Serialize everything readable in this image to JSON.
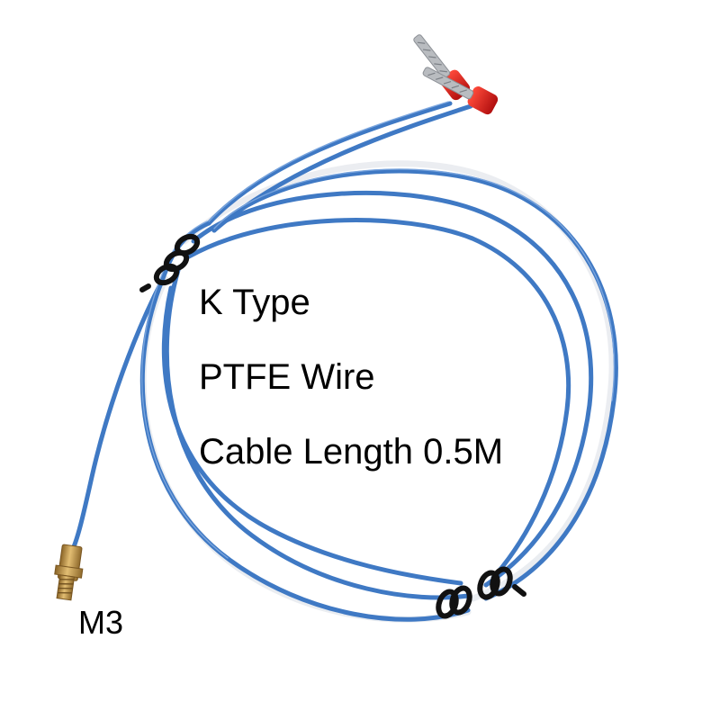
{
  "product_photo": {
    "captions": [
      "K Type",
      "PTFE Wire",
      "Cable Length 0.5M"
    ],
    "thread_label": "M3",
    "colors": {
      "background": "#ffffff",
      "cable": "#3f79c4",
      "cable_highlight": "#7fa9e0",
      "terminal_sleeve": "#e01d1d",
      "terminal_pin": "#b9bcc0",
      "cable_tie": "#111111",
      "probe_brass": "#c89a4d",
      "text": "#000000"
    },
    "icons": [
      "thermocouple-cable-icon",
      "ferrule-terminal-icon",
      "m3-brass-probe-icon",
      "cable-tie-icon"
    ]
  }
}
